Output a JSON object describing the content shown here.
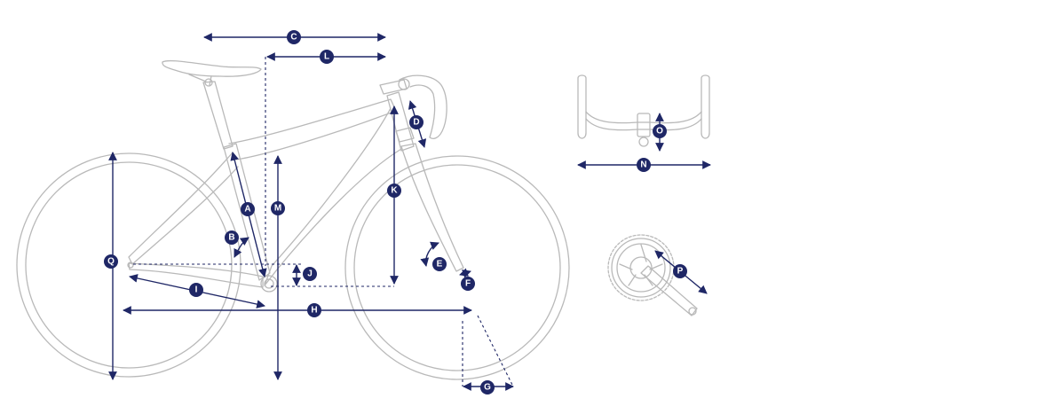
{
  "colors": {
    "dimension": "#1f2766",
    "outline": "#b9b9b9",
    "background": "#ffffff"
  },
  "labels": {
    "A": "A",
    "B": "B",
    "C": "C",
    "D": "D",
    "E": "E",
    "F": "F",
    "G": "G",
    "H": "H",
    "I": "I",
    "J": "J",
    "K": "K",
    "L": "L",
    "M": "M",
    "N": "N",
    "O": "O",
    "P": "P",
    "Q": "Q"
  }
}
